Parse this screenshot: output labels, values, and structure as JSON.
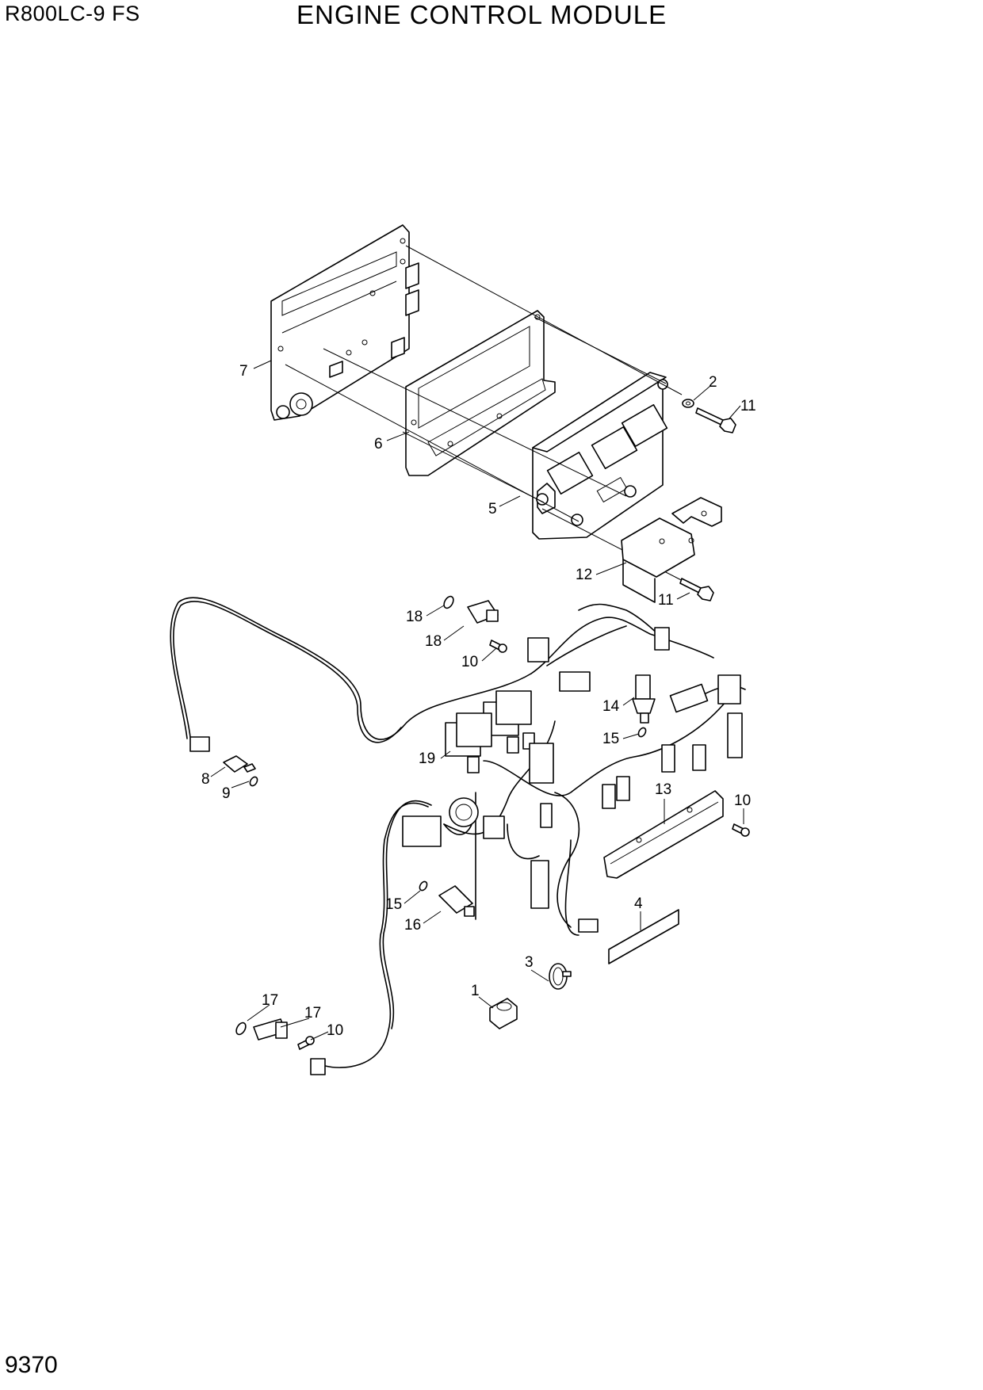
{
  "header": {
    "model": "R800LC-9 FS",
    "title": "ENGINE CONTROL MODULE"
  },
  "footer": {
    "page_number": "9370"
  },
  "callouts": [
    {
      "id": "c1",
      "text": "1"
    },
    {
      "id": "c2",
      "text": "2"
    },
    {
      "id": "c3",
      "text": "3"
    },
    {
      "id": "c4",
      "text": "4"
    },
    {
      "id": "c5",
      "text": "5"
    },
    {
      "id": "c6",
      "text": "6"
    },
    {
      "id": "c7",
      "text": "7"
    },
    {
      "id": "c8",
      "text": "8"
    },
    {
      "id": "c9",
      "text": "9"
    },
    {
      "id": "c10a",
      "text": "10"
    },
    {
      "id": "c10b",
      "text": "10"
    },
    {
      "id": "c10c",
      "text": "10"
    },
    {
      "id": "c11a",
      "text": "11"
    },
    {
      "id": "c11b",
      "text": "11"
    },
    {
      "id": "c12",
      "text": "12"
    },
    {
      "id": "c13",
      "text": "13"
    },
    {
      "id": "c14",
      "text": "14"
    },
    {
      "id": "c15a",
      "text": "15"
    },
    {
      "id": "c15b",
      "text": "15"
    },
    {
      "id": "c16",
      "text": "16"
    },
    {
      "id": "c17a",
      "text": "17"
    },
    {
      "id": "c17b",
      "text": "17"
    },
    {
      "id": "c18a",
      "text": "18"
    },
    {
      "id": "c18b",
      "text": "18"
    },
    {
      "id": "c19",
      "text": "19"
    }
  ]
}
